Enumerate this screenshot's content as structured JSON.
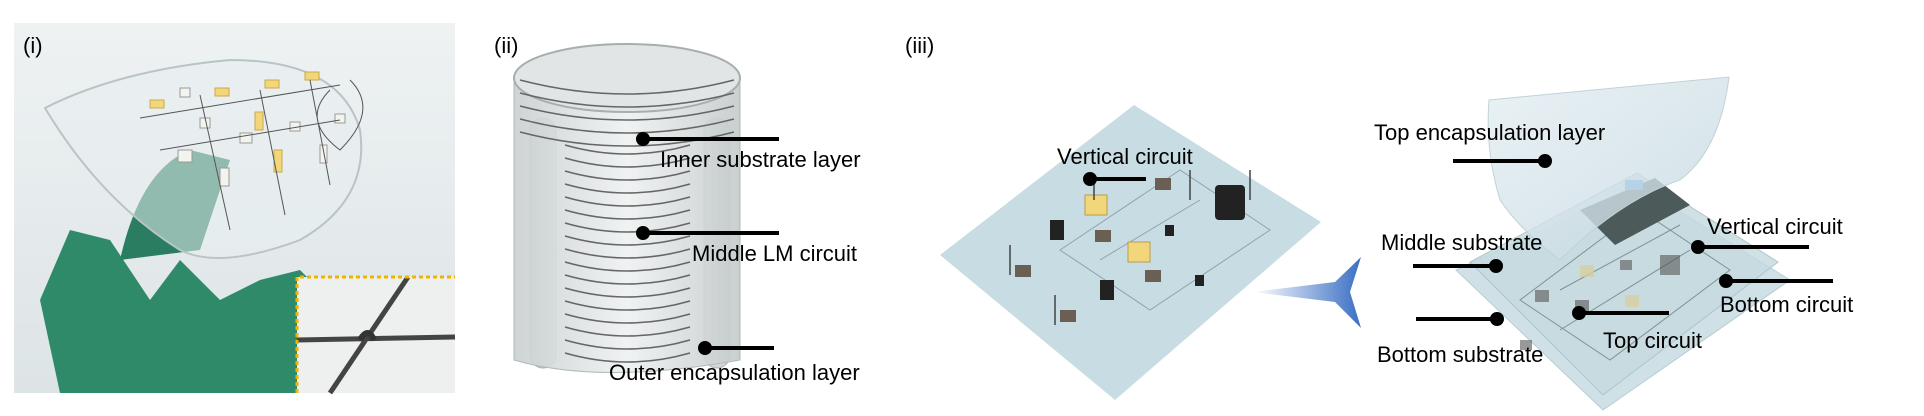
{
  "panels": [
    {
      "label": "(i)"
    },
    {
      "label": "(ii)",
      "annotations": [
        "Inner substrate layer",
        "Middle LM circuit",
        "Outer encapsulation layer"
      ]
    },
    {
      "label": "(iii)",
      "before_annotations": [
        "Vertical circuit"
      ],
      "after_annotations": [
        "Top encapsulation layer",
        "Middle substrate",
        "Bottom substrate",
        "Vertical circuit",
        "Bottom circuit",
        "Top circuit"
      ]
    }
  ],
  "colors": {
    "glove": "#2f8a6a",
    "inset_border": "#f0b400",
    "arrow": "#3a6fc4",
    "substrate": "#c7dde3",
    "led": "#f2d77a"
  }
}
